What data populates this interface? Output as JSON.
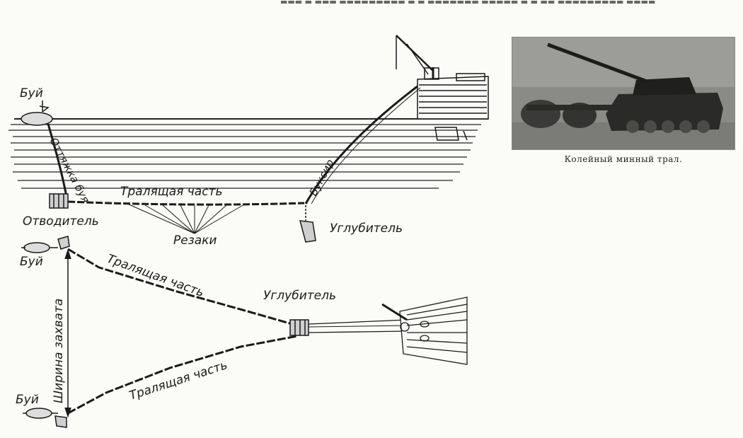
{
  "top_diagram": {
    "buoy": "Буй",
    "buoy_line": "Оттяжка буя",
    "otvoditel": "Отводитель",
    "sweep_part": "Тралящая часть",
    "cutters": "Резаки",
    "bukscep": "Буксир",
    "deepener": "Углубитель"
  },
  "bottom_diagram": {
    "buoy_top": "Буй",
    "buoy_bottom": "Буй",
    "capture_width": "Ширина захвата",
    "sweep_part_top": "Тралящая часть",
    "sweep_part_bottom": "Тралящая часть",
    "deepener": "Углубитель"
  },
  "photo": {
    "caption": "Колейный минный трал."
  }
}
